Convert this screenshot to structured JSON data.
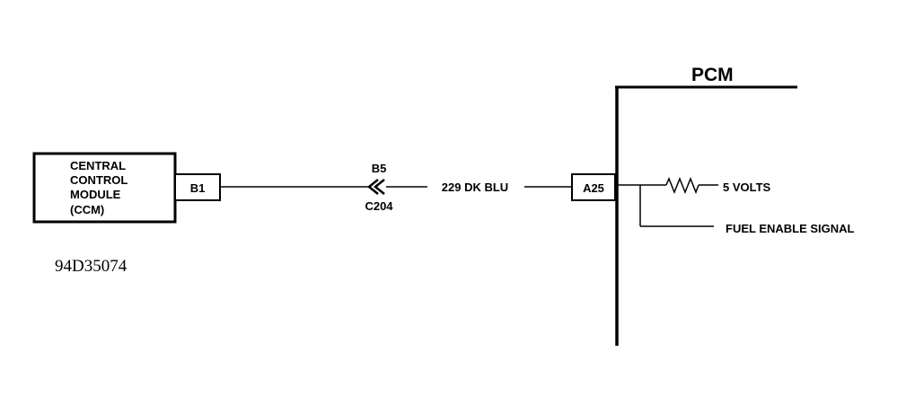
{
  "module": {
    "name_lines": [
      "CENTRAL",
      "CONTROL",
      "MODULE",
      "(CCM)"
    ],
    "pin": "B1"
  },
  "connector": {
    "pin": "B5",
    "id": "C204"
  },
  "wire": {
    "label": "229 DK BLU"
  },
  "pcm": {
    "title": "PCM",
    "pin": "A25",
    "voltage_label": "5 VOLTS",
    "signal_label": "FUEL ENABLE SIGNAL"
  },
  "figure_code": "94D35074"
}
